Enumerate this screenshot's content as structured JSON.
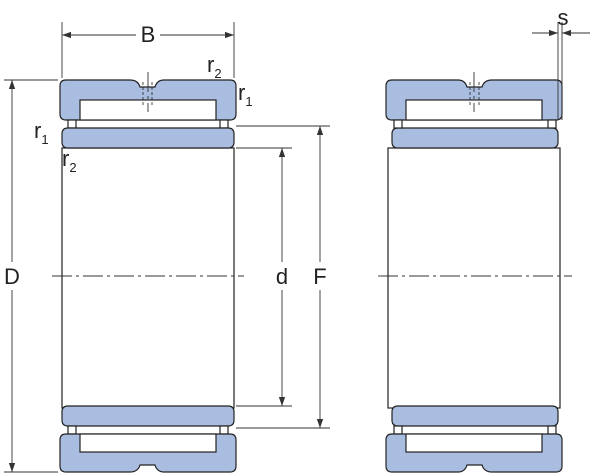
{
  "labels": {
    "width": "B",
    "outer_diameter": "D",
    "inner_diameter": "d",
    "raceway_diameter": "F",
    "axial_offset": "s",
    "chamfer_r": "r",
    "sub_1": "1",
    "sub_2": "2"
  },
  "colors": {
    "ring_fill": "#a9bde0",
    "outline": "#222222",
    "dim_line": "#333333",
    "background": "#ffffff"
  }
}
